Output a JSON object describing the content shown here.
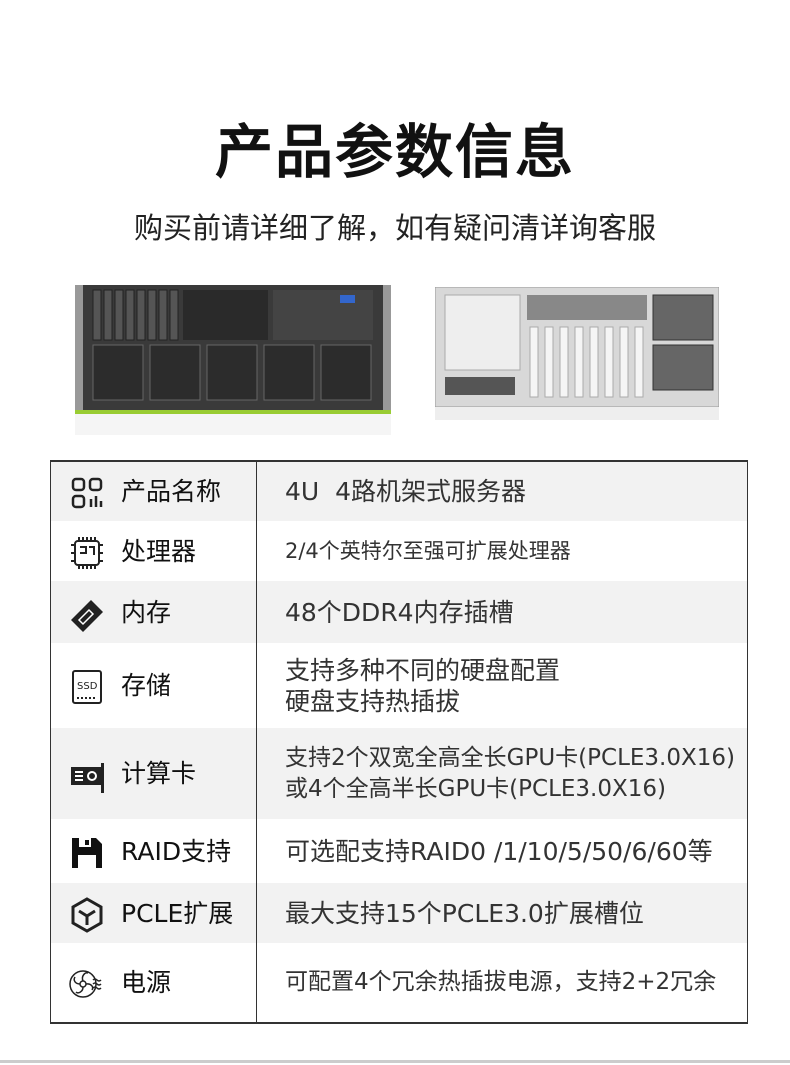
{
  "title": "产品参数信息",
  "subtitle": "购买前请详细了解，如有疑问清详询客服",
  "rows": [
    {
      "icon": "grid-icon",
      "label": "产品名称",
      "value": [
        "4U  4路机架式服务器"
      ]
    },
    {
      "icon": "cpu-icon",
      "label": "处理器",
      "value": [
        "2/4个英特尔至强可扩展处理器"
      ]
    },
    {
      "icon": "memory-icon",
      "label": "内存",
      "value": [
        "48个DDR4内存插槽"
      ]
    },
    {
      "icon": "ssd-icon",
      "label": "存储",
      "value": [
        "支持多种不同的硬盘配置",
        "硬盘支持热插拔"
      ]
    },
    {
      "icon": "gpu-card-icon",
      "label": "计算卡",
      "value": [
        "支持2个双宽全高全长GPU卡(PCLE3.0X16)",
        "或4个全高半长GPU卡(PCLE3.0X16)"
      ]
    },
    {
      "icon": "floppy-icon",
      "label": "RAID支持",
      "value": [
        "可选配支持RAID0 /1/10/5/50/6/60等"
      ]
    },
    {
      "icon": "cube-icon",
      "label": "PCLE扩展",
      "value": [
        "最大支持15个PCLE3.0扩展槽位"
      ]
    },
    {
      "icon": "power-fan-icon",
      "label": "电源",
      "value": [
        "可配置4个冗余热插拔电源，支持2+2冗余"
      ]
    }
  ]
}
